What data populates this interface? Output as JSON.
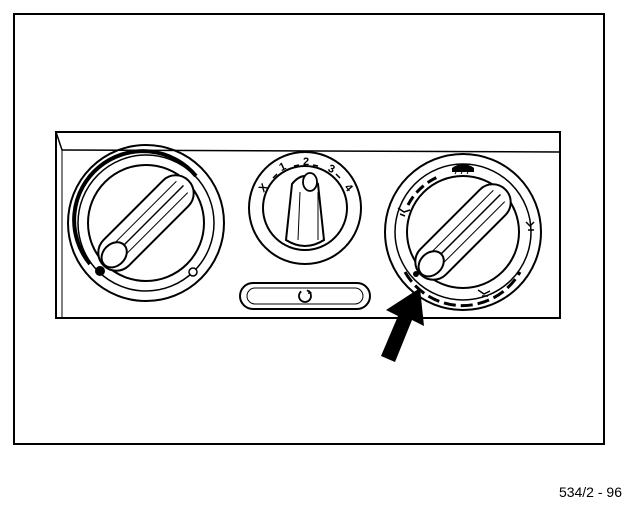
{
  "figure": {
    "label": "534/2 - 96"
  },
  "fan_dial": {
    "scale": [
      "X",
      "1",
      "2",
      "3",
      "4"
    ]
  },
  "colors": {
    "ink": "#000000",
    "paper": "#ffffff"
  },
  "icons": {
    "left_knob": "temperature-knob",
    "center_knob": "fan-speed-knob",
    "right_knob": "air-distribution-knob",
    "recirculation_button": "recirculation-icon",
    "defrost_symbol": "windscreen-defrost-icon",
    "pointer": "arrow-icon"
  }
}
